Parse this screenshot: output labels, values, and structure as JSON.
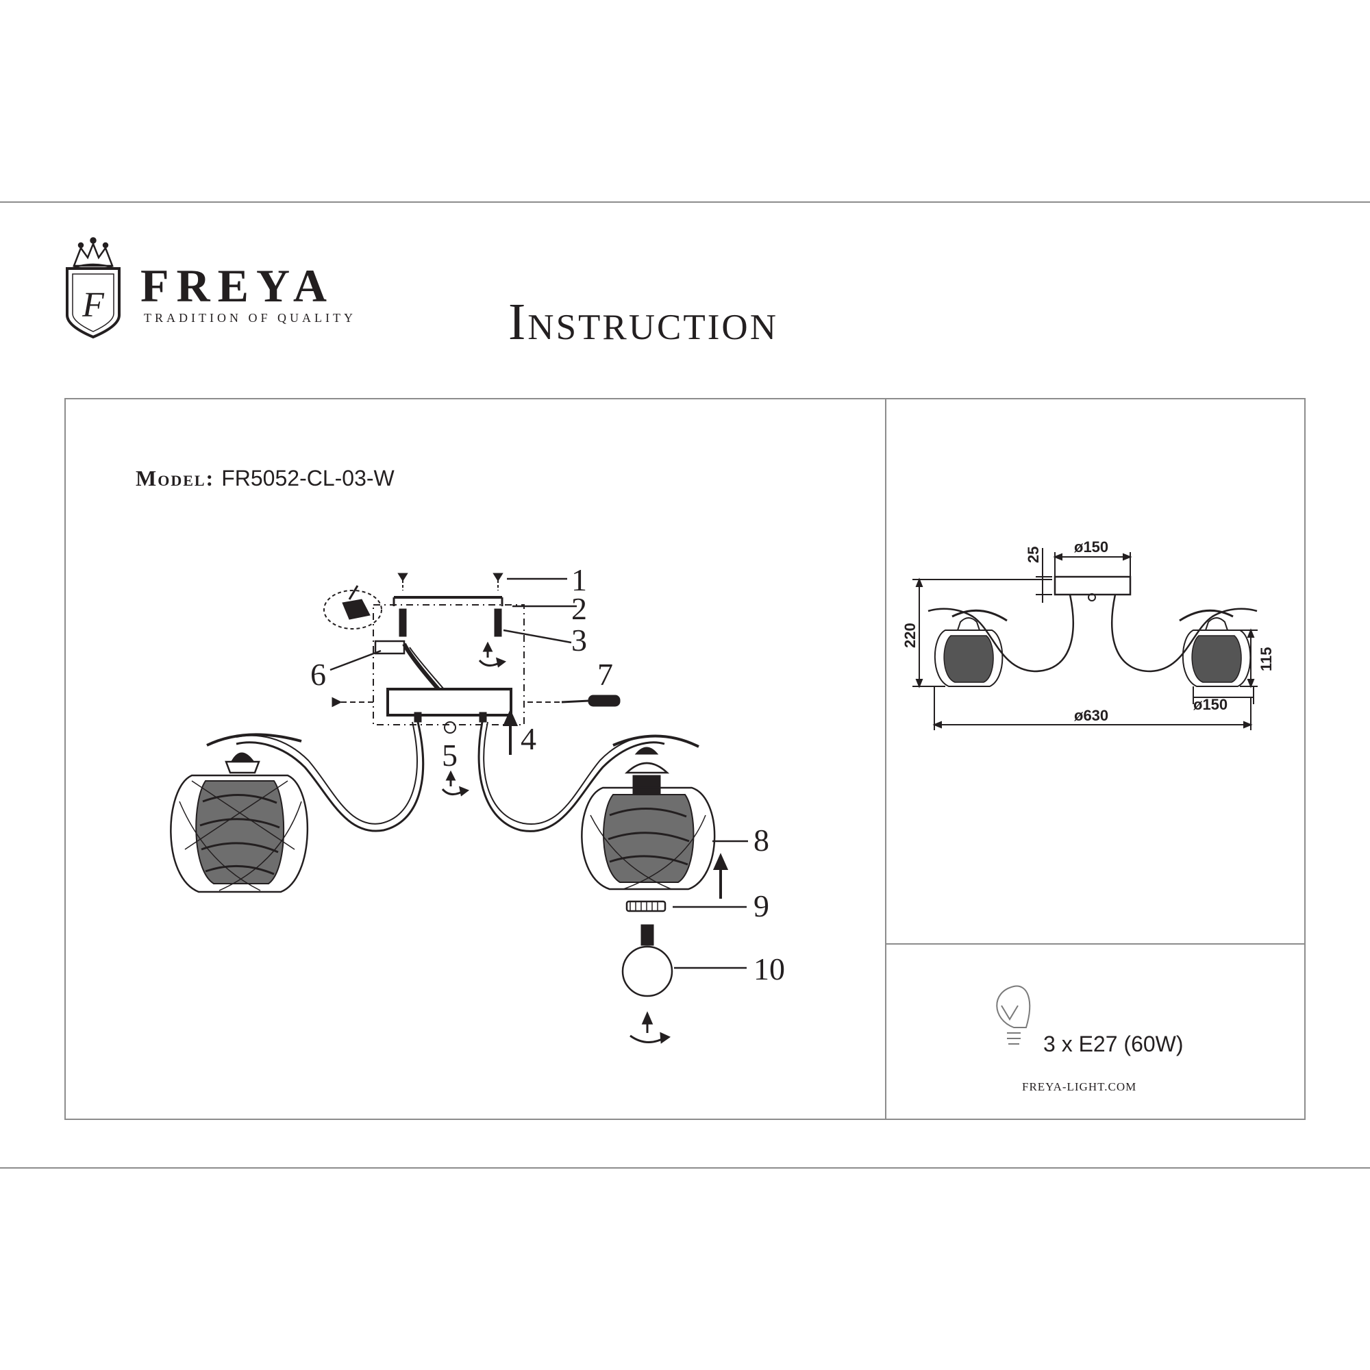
{
  "header": {
    "brand_name": "FREYA",
    "brand_tagline": "TRADITION OF QUALITY",
    "logo_monogram": "F",
    "title": "Instruction"
  },
  "model": {
    "label": "Model:",
    "value": "FR5052-CL-03-W"
  },
  "assembly_callouts": [
    "1",
    "2",
    "3",
    "4",
    "5",
    "6",
    "7",
    "8",
    "9",
    "10"
  ],
  "dimensions": {
    "canopy_diameter": "ø150",
    "canopy_height": "25",
    "total_height": "220",
    "shade_height": "115",
    "shade_diameter": "ø150",
    "total_diameter": "ø630"
  },
  "spec": {
    "icon": "light-bulb-icon",
    "lamps": "3 x E27 (60W)"
  },
  "footer": {
    "website": "FREYA-LIGHT.COM"
  },
  "colors": {
    "ink": "#231f20",
    "frame": "#8c8c8c"
  }
}
